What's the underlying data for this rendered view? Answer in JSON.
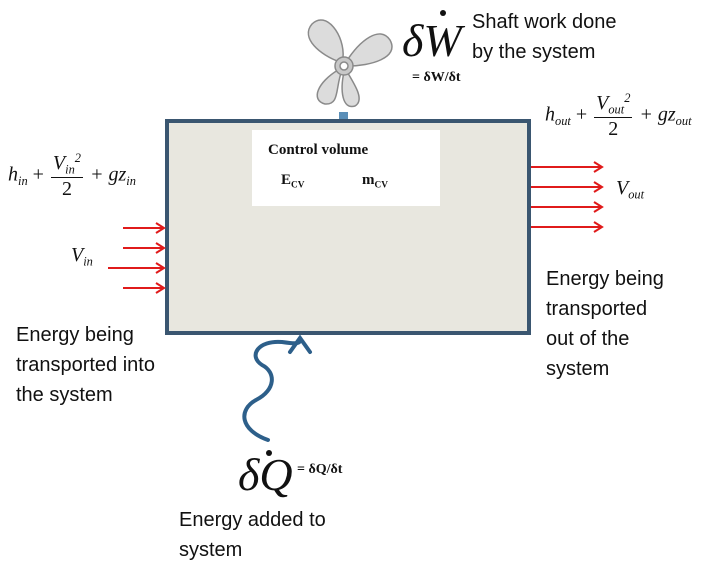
{
  "control_volume": {
    "title": "Control volume",
    "e_main": "E",
    "e_sub": "CV",
    "m_main": "m",
    "m_sub": "CV"
  },
  "shaft_work": {
    "label": "Shaft work done\nby the system",
    "symbol": "δW",
    "rate": "= δW/δt"
  },
  "heat": {
    "symbol": "δQ",
    "rate": "= δQ/δt",
    "label": "Energy added to\nsystem"
  },
  "inlet": {
    "h": "h",
    "h_sub": "in",
    "plus1": "+",
    "v_num": "V",
    "v_num_sub": "in",
    "v_num_sup": "2",
    "den": "2",
    "plus2": "+ gz",
    "z_sub": "in",
    "velocity": "V",
    "velocity_sub": "in",
    "label": "Energy being\ntransported into\nthe system"
  },
  "outlet": {
    "h": "h",
    "h_sub": "out",
    "plus1": "+",
    "v_num": "V",
    "v_num_sub": "out",
    "v_num_sup": "2",
    "den": "2",
    "plus2": "+ gz",
    "z_sub": "out",
    "velocity": "V",
    "velocity_sub": "out",
    "label": "Energy being\ntransported\nout of the\nsystem"
  },
  "colors": {
    "box_fill": "#e8e7df",
    "box_stroke": "#3a5670",
    "arrow_red": "#e01b1b",
    "heat_blue": "#2d5f8a",
    "fan": "#d8d8d8"
  }
}
